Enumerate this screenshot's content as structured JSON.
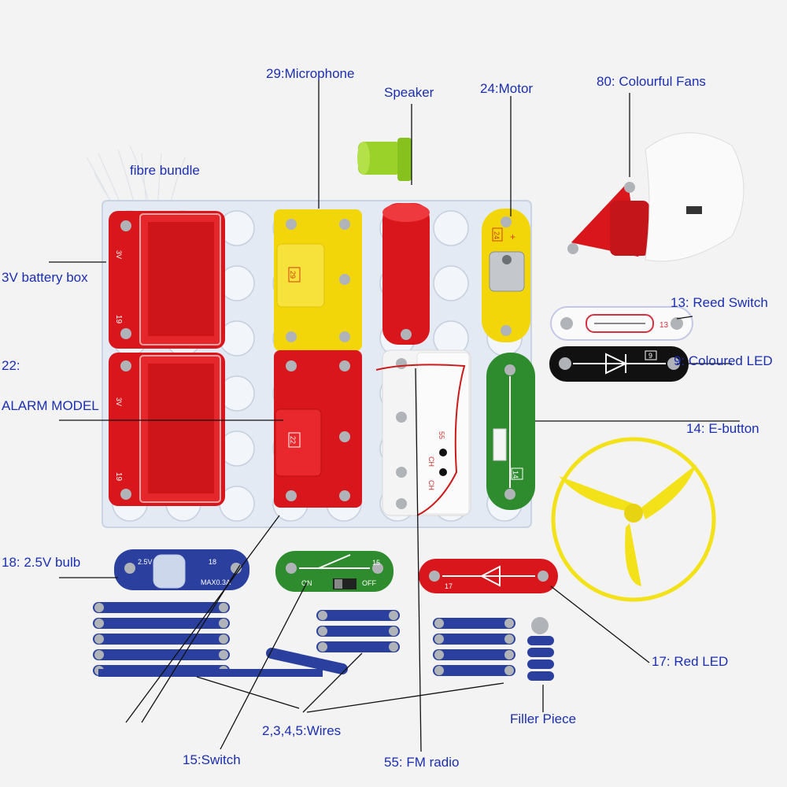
{
  "labels": {
    "microphone": "29:Microphone",
    "speaker": "Speaker",
    "motor": "24:Motor",
    "fans": "80: Colourful Fans",
    "fibre": "fibre bundle",
    "battery": "3V battery box",
    "reed": "13: Reed Switch",
    "coloured_led": "9: Coloured LED",
    "alarm_num": "22:",
    "alarm_name": "ALARM MODEL",
    "ebutton": "14: E-button",
    "bulb": "18:  2.5V bulb",
    "red_led": "17:    Red LED",
    "filler": "Filler Piece",
    "wires": "2,3,4,5:Wires",
    "switch": "15:Switch",
    "fm": "55:  FM radio"
  },
  "parts": {
    "battery_top": {
      "num": "19",
      "volt": "3V"
    },
    "battery_bottom": {
      "num": "19",
      "volt": "3V"
    },
    "mic": {
      "num": "29"
    },
    "motor": {
      "num": "24"
    },
    "alarm": {
      "num": "22"
    },
    "fm": {
      "num": "55",
      "ch1": "CH",
      "ch2": "CH"
    },
    "ebutton": {
      "num": "14"
    },
    "reed": {
      "num": "13"
    },
    "coloured_led": {
      "num": "9"
    },
    "bulb": {
      "num": "18",
      "volt": "2.5V",
      "max": "MAX0.3A"
    },
    "switch": {
      "num": "15",
      "on": "ON",
      "off": "OFF"
    },
    "red_led": {
      "num": "17"
    }
  },
  "colors": {
    "label": "#1b2fb0",
    "red_part": "#d8161b",
    "yellow_part": "#f2d60a",
    "green_part": "#2e8b2e",
    "blue_part": "#2a3f9e",
    "white_part": "#f4f4f4"
  }
}
